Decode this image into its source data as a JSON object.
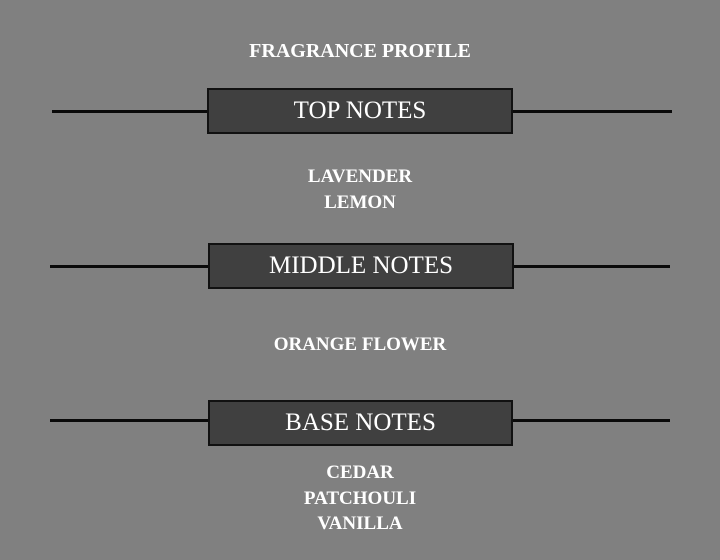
{
  "title": "FRAGRANCE PROFILE",
  "sections": [
    {
      "label": "TOP NOTES",
      "notes": [
        "LAVENDER",
        "LEMON"
      ]
    },
    {
      "label": "MIDDLE NOTES",
      "notes": [
        "ORANGE FLOWER"
      ]
    },
    {
      "label": "BASE NOTES",
      "notes": [
        "CEDAR",
        "PATCHOULI",
        "VANILLA"
      ]
    }
  ],
  "colors": {
    "background": "#808080",
    "box": "#404040",
    "line": "#0a0a0a",
    "text": "#ffffff"
  }
}
